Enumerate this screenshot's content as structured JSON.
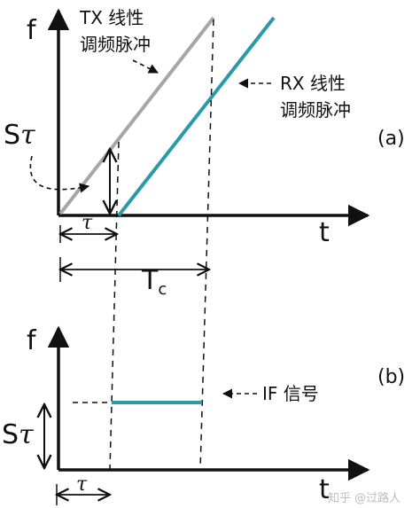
{
  "colors": {
    "tx_line": "#a6a6a6",
    "rx_line": "#2b9aa8",
    "if_line": "#2b9aa8",
    "axis": "#111111"
  },
  "top_panel": {
    "y_axis_label": "f",
    "x_axis_label": "t",
    "panel_tag": "(a)",
    "tx_label_line1": "TX 线性",
    "tx_label_line2": "调频脉冲",
    "rx_label_line1": "RX 线性",
    "rx_label_line2": "调频脉冲",
    "s_label": "S",
    "tau_symbol": "τ",
    "tc_main": "T",
    "tc_sub": "c"
  },
  "bottom_panel": {
    "y_axis_label": "f",
    "x_axis_label": "t",
    "panel_tag": "(b)",
    "if_label": "IF 信号",
    "s_label": "S",
    "tau_symbol": "τ"
  },
  "watermark": "知乎 @过路人"
}
